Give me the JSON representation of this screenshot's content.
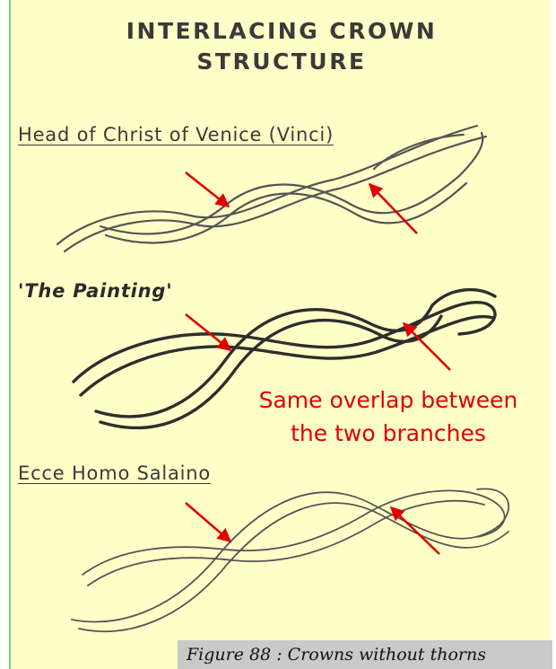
{
  "title": {
    "line1": "INTERLACING CROWN",
    "line2": "STRUCTURE"
  },
  "sections": [
    {
      "label": "Head of Christ of Venice (Vinci)"
    },
    {
      "label": "'The Painting'"
    },
    {
      "label": "Ecce Homo Salaino"
    }
  ],
  "note": {
    "line1": "Same overlap between",
    "line2": "the two branches"
  },
  "caption": "Figure 88 : Crowns without thorns",
  "colors": {
    "panel": "#ffffc8",
    "arrow": "#e00000",
    "ink": "#3a3a3a",
    "caption_bg": "#c9c9c9",
    "border": "#7ed07e"
  }
}
